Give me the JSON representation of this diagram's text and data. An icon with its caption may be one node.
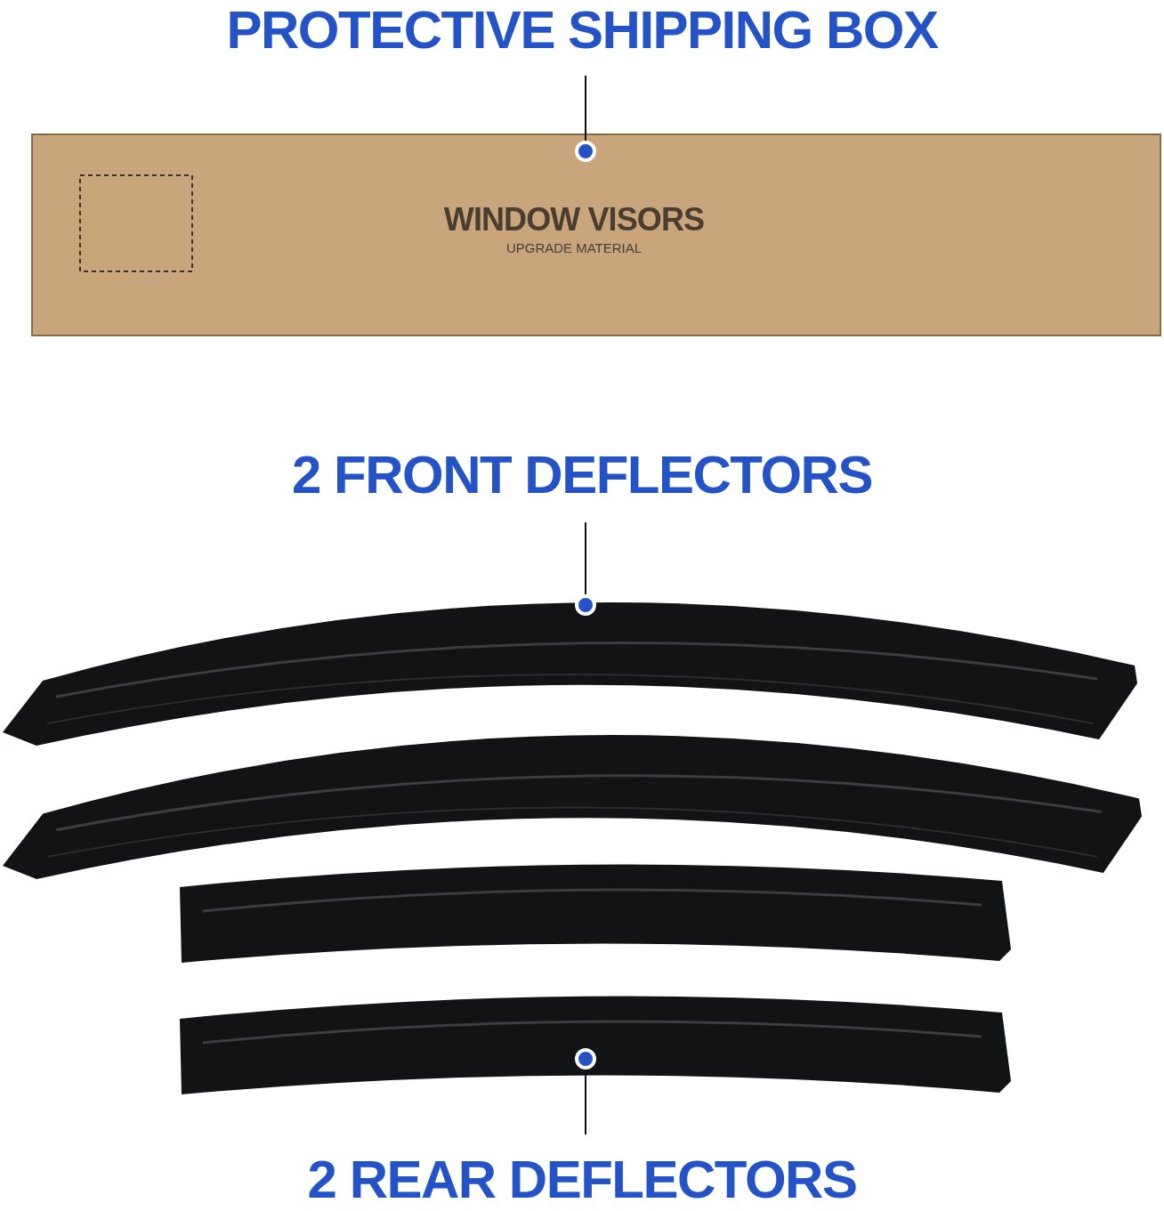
{
  "diagram": {
    "nodes": [
      {
        "text": [
          "PROTECTIVE SHIPPING BOX"
        ]
      },
      {
        "text": [
          "WINDOW VISORS",
          "UPGRADE MATERIAL"
        ]
      },
      {
        "text": [
          "2 FRONT DEFLECTORS"
        ]
      },
      {
        "text": [],
        "shape": "picture"
      },
      {
        "text": [],
        "shape": "picture"
      },
      {
        "text": [],
        "shape": "picture"
      },
      {
        "text": [],
        "shape": "picture"
      },
      {
        "text": [
          "2 REAR DEFLECTORS"
        ]
      }
    ],
    "edges": [
      {
        "from": 0,
        "to": 1,
        "arrow": "other"
      },
      {
        "from": 2,
        "to": 3,
        "arrow": "other"
      },
      {
        "from": 7,
        "to": 6,
        "arrow": "other"
      }
    ]
  }
}
